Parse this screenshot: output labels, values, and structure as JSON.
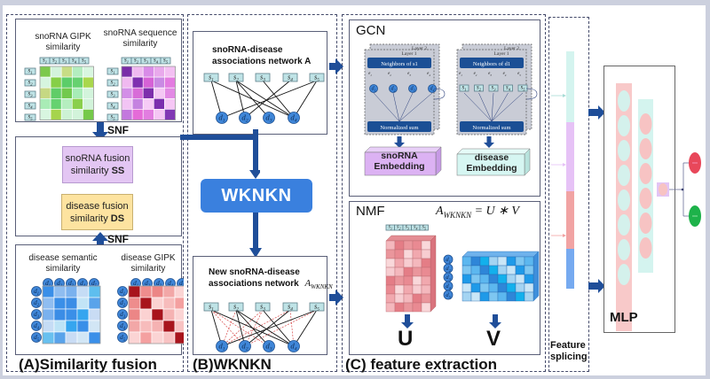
{
  "sections": {
    "a": {
      "label": "(A)Similarity  fusion"
    },
    "b": {
      "label": "(B)WKNKN"
    },
    "c": {
      "label": "(C) feature extraction"
    }
  },
  "similarity": {
    "snorna_gipk": {
      "title_line1": "snoRNA GIPK",
      "title_line2": "similarity"
    },
    "snorna_seq": {
      "title_line1": "snoRNA sequence",
      "title_line2": "similarity"
    },
    "disease_semantic": {
      "title_line1": "disease semantic",
      "title_line2": "similarity"
    },
    "disease_gipk": {
      "title_line1": "disease GIPK",
      "title_line2": "similarity"
    },
    "snf_top": "SNF",
    "snf_bottom": "SNF",
    "ss_box": {
      "line1": "snoRNA fusion",
      "line2_prefix": "similarity ",
      "line2_bold": "SS"
    },
    "ds_box": {
      "line1": "disease fusion",
      "line2_prefix": "similarity ",
      "line2_bold": "DS"
    },
    "snorna_labels": [
      "s1",
      "s2",
      "s3",
      "s4",
      "s5"
    ],
    "disease_labels": [
      "d1",
      "d2",
      "d3",
      "d4",
      "d5"
    ]
  },
  "wknkn": {
    "network_a": {
      "title_line1": "snoRNA-disease",
      "title_line2": "associations network A"
    },
    "button": "WKNKN",
    "network_new": {
      "title_line1": "New snoRNA-disease",
      "title_line2": "associations network",
      "symbol": "A_WKNKN"
    },
    "snorna_nodes": [
      "s1",
      "s2",
      "s3",
      "s4",
      "s5"
    ],
    "disease_nodes": [
      "d1",
      "d2",
      "d3",
      "d4"
    ]
  },
  "feature_extraction": {
    "gcn": {
      "title": "GCN",
      "left": {
        "layer2": "Layer 2",
        "layer1": "Layer 1",
        "neighbors": "Neighbors of s1",
        "sum": "Normalized sum",
        "nodes": [
          "d1",
          "d2",
          "d3",
          "d4"
        ]
      },
      "right": {
        "layer2": "Layer 2",
        "layer1": "Layer 1",
        "neighbors": "Neighbors of d1",
        "sum": "Normalized sum",
        "nodes": [
          "s1",
          "s2",
          "s3",
          "s4",
          "s5"
        ]
      },
      "snorna_embedding": {
        "line1": "snoRNA",
        "line2": "Embedding"
      },
      "disease_embedding": {
        "line1": "disease",
        "line2": "Embedding"
      }
    },
    "nmf": {
      "title": "NMF",
      "equation": "A_WKNKN = U * V",
      "u_label": "U",
      "v_label": "V",
      "header_labels": [
        "s1",
        "s2",
        "s3",
        "s4",
        "s5"
      ],
      "side_labels": [
        "d1",
        "d2",
        "d3",
        "d4",
        "d5"
      ]
    }
  },
  "feature_splicing": {
    "line1": "Feature",
    "line2": "splicing"
  },
  "mlp": {
    "label": "MLP"
  },
  "colors": {
    "arrow": "#1f4e99",
    "wknkn": "#3a80de",
    "node_blue": "#3f86d8",
    "snorna_node": "#bfe3e6",
    "ss_box": "#e3c6f3",
    "ds_box": "#fde3a0",
    "splice_teal": "#d4f4ef",
    "splice_purple": "#e6c2f6",
    "splice_red": "#f1a3a3",
    "splice_blue": "#76aaf0",
    "out_red": "#e8475a",
    "out_green": "#1db24a"
  }
}
